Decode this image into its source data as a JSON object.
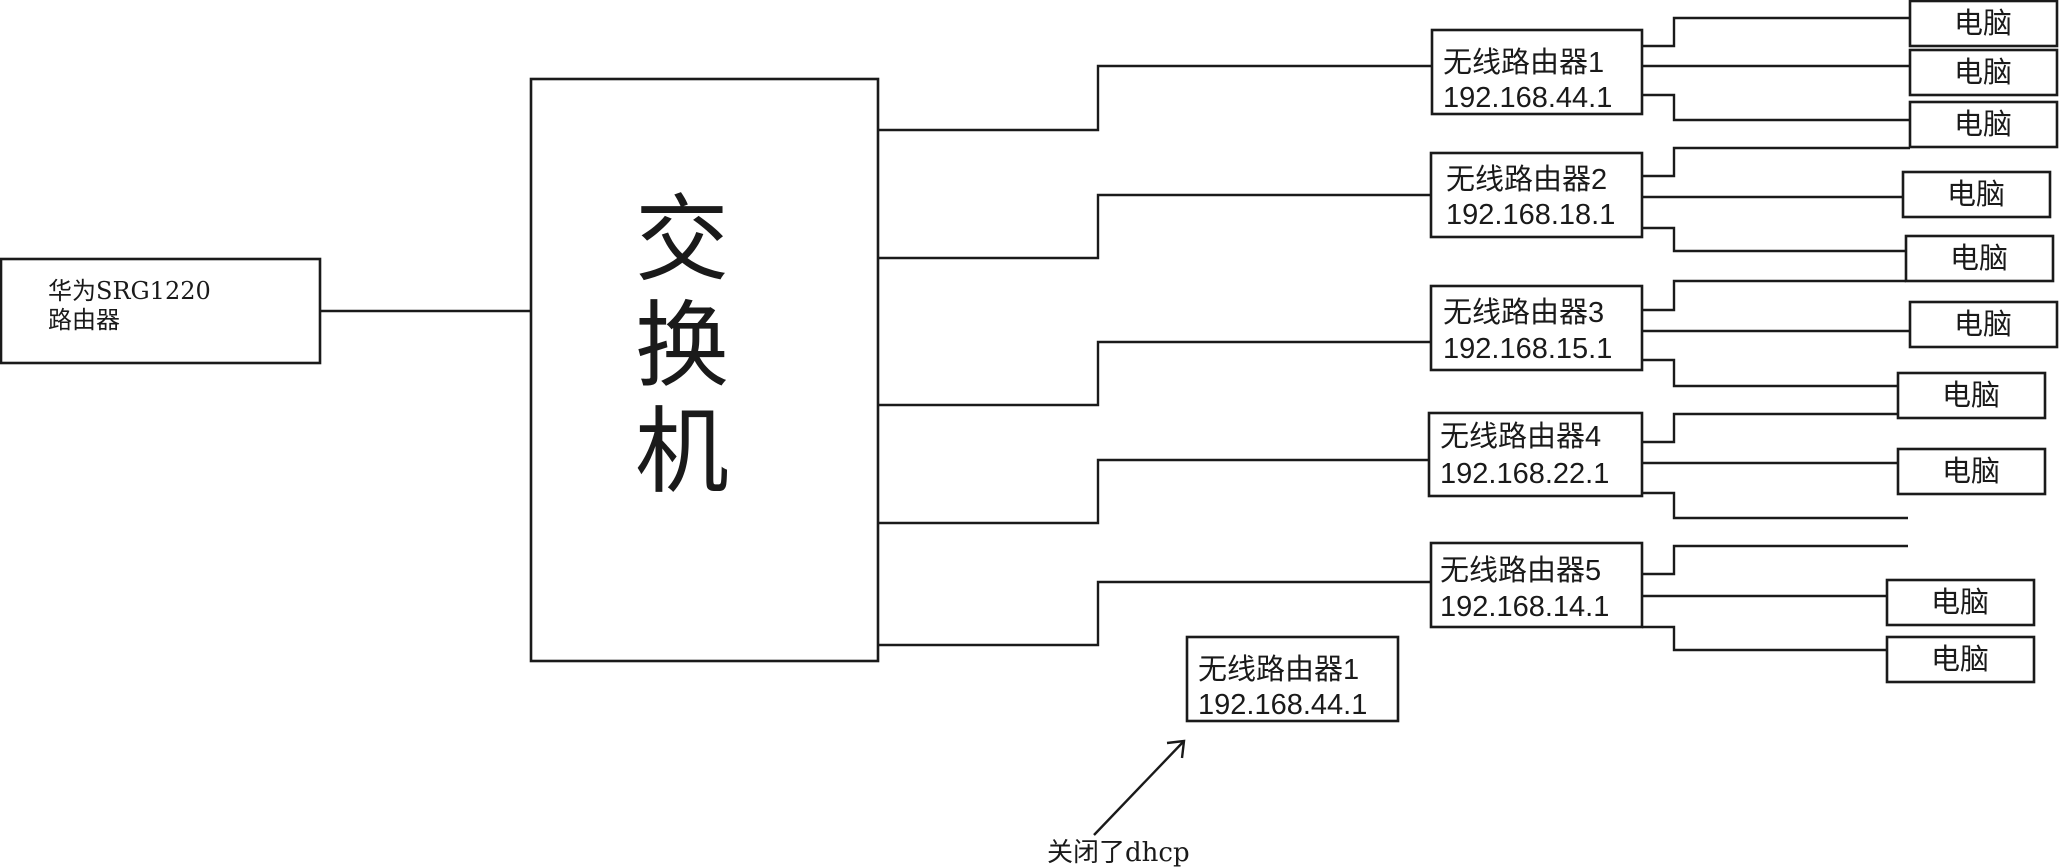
{
  "main_router": {
    "line1": "华为SRG1220",
    "line2": "路由器"
  },
  "switch": {
    "chars": [
      "交",
      "换",
      "机"
    ]
  },
  "routers": [
    {
      "name": "无线路由器1",
      "ip": "192.168.44.1"
    },
    {
      "name": "无线路由器2",
      "ip": "192.168.18.1"
    },
    {
      "name": "无线路由器3",
      "ip": "192.168.15.1"
    },
    {
      "name": "无线路由器4",
      "ip": "192.168.22.1"
    },
    {
      "name": "无线路由器5",
      "ip": "192.168.14.1"
    }
  ],
  "computer_label": "电脑",
  "extra_router": {
    "name": "无线路由器1",
    "ip": "192.168.44.1"
  },
  "annotation": "关闭了dhcp"
}
